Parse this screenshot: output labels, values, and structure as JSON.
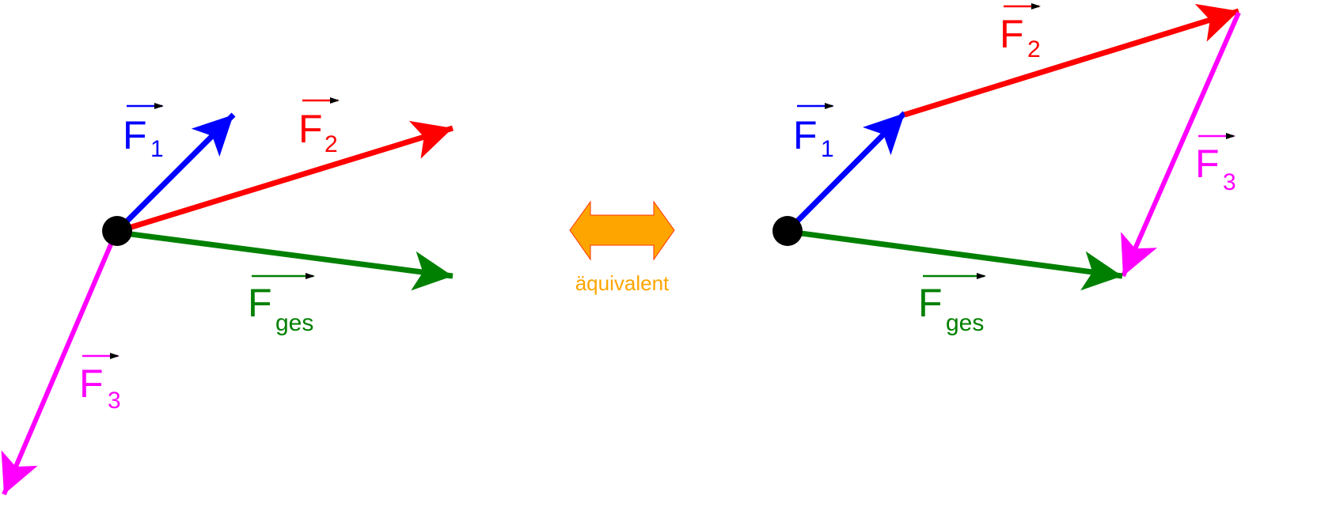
{
  "vectors": {
    "f1": {
      "symbol": "F",
      "index": "1",
      "color": "#0000ff"
    },
    "f2": {
      "symbol": "F",
      "index": "2",
      "color": "#ff0000"
    },
    "f3": {
      "symbol": "F",
      "index": "3",
      "color": "#ff00ff"
    },
    "fges": {
      "symbol": "F",
      "index": "ges",
      "color": "#008000"
    }
  },
  "equivalence": {
    "label": "äquivalent",
    "color": "#ffa500"
  },
  "point_color": "#000000"
}
